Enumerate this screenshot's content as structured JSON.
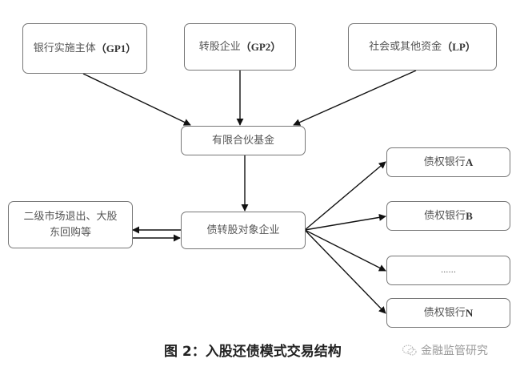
{
  "diagram": {
    "nodes": {
      "gp1": {
        "text": "银行实施主体",
        "suffix": "（GP1）"
      },
      "gp2": {
        "text": "转股企业",
        "suffix": "（GP2）"
      },
      "lp": {
        "text": "社会或其他资金",
        "suffix": "（LP）"
      },
      "fund": {
        "text": "有限合伙基金"
      },
      "target": {
        "text": "债转股对象企业"
      },
      "exit": {
        "line1": "二级市场退出、大股",
        "line2": "东回购等"
      },
      "bank_a": {
        "text": "债权银行",
        "suffix": " A"
      },
      "bank_b": {
        "text": "债权银行",
        "suffix": " B"
      },
      "bank_more": {
        "text": "......"
      },
      "bank_n": {
        "text": "债权银行",
        "suffix": " N"
      }
    },
    "edges": [
      {
        "from": "gp1",
        "to": "fund"
      },
      {
        "from": "gp2",
        "to": "fund"
      },
      {
        "from": "lp",
        "to": "fund"
      },
      {
        "from": "fund",
        "to": "target"
      },
      {
        "from": "target",
        "to": "exit"
      },
      {
        "from": "exit",
        "to": "target"
      },
      {
        "from": "target",
        "to": "bank_a"
      },
      {
        "from": "target",
        "to": "bank_b"
      },
      {
        "from": "target",
        "to": "bank_more"
      },
      {
        "from": "target",
        "to": "bank_n"
      }
    ]
  },
  "caption": "图 2：入股还债模式交易结构",
  "watermark": {
    "icon": "wechat-icon",
    "text": "金融监管研究"
  }
}
